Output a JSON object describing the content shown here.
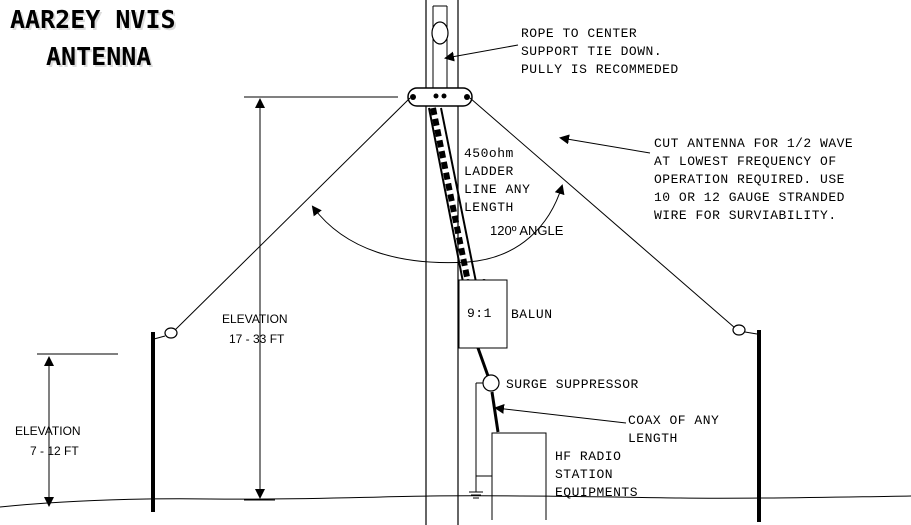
{
  "title": {
    "line1": "AAR2EY NVIS",
    "line2": "ANTENNA"
  },
  "labels": {
    "rope": [
      "ROPE TO CENTER",
      "SUPPORT TIE DOWN.",
      "PULLY IS RECOMMEDED"
    ],
    "cut_antenna": [
      "CUT ANTENNA FOR 1/2 WAVE",
      "AT LOWEST FREQUENCY OF",
      "OPERATION REQUIRED. USE",
      "10 OR 12 GAUGE STRANDED",
      "WIRE FOR SURVIABILITY."
    ],
    "ladder_line": [
      "450ohm",
      "LADDER",
      "LINE ANY",
      "LENGTH"
    ],
    "angle": "120º ANGLE",
    "balun_ratio": "9:1",
    "balun": "BALUN",
    "elevation_center": [
      "ELEVATION",
      "17 - 33 FT"
    ],
    "elevation_end": [
      "ELEVATION",
      "7 - 12 FT"
    ],
    "surge": "SURGE SUPPRESSOR",
    "coax": [
      "COAX OF ANY",
      "LENGTH"
    ],
    "radio": [
      "HF RADIO",
      "STATION",
      "EQUIPMENTS"
    ]
  },
  "colors": {
    "ink": "#000000",
    "background": "#ffffff",
    "title_shadow": "#dddddd"
  }
}
